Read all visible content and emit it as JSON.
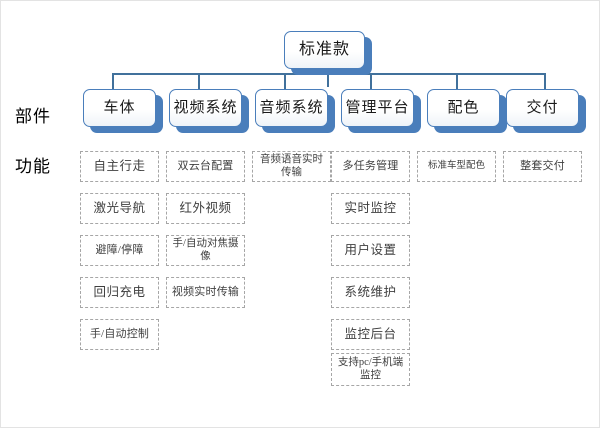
{
  "diagram": {
    "root": {
      "label": "标准款"
    },
    "row_labels": {
      "parts": "部件",
      "functions": "功能"
    },
    "categories": [
      {
        "label": "车体"
      },
      {
        "label": "视频系统"
      },
      {
        "label": "音频系统"
      },
      {
        "label": "管理平台"
      },
      {
        "label": "配色"
      },
      {
        "label": "交付"
      }
    ],
    "features": [
      [
        "自主行走",
        "激光导航",
        "避障/停障",
        "回归充电",
        "手/自动控制"
      ],
      [
        "双云台配置",
        "红外视频",
        "手/自动对焦摄像",
        "视频实时传输"
      ],
      [
        "音频语音实时传输"
      ],
      [
        "多任务管理",
        "实时监控",
        "用户设置",
        "系统维护",
        "监控后台",
        "支持pc/手机端监控"
      ],
      [
        "标准车型配色"
      ],
      [
        "整套交付"
      ]
    ],
    "colors": {
      "node_fill": "#4a7ebb",
      "node_border": "#4a7ebb",
      "connector": "#41719c",
      "leaf_border": "#a6a6a6",
      "background": "#ffffff"
    }
  }
}
